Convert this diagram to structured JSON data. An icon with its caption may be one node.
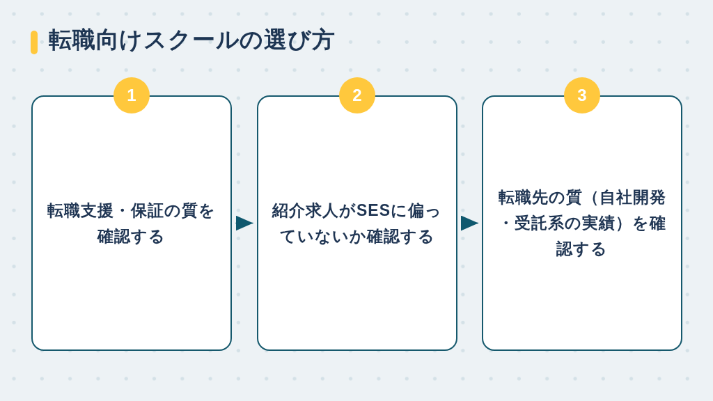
{
  "diagram": {
    "title": "転職向けスクールの選び方",
    "nodes": [
      {
        "text": [
          "1"
        ]
      },
      {
        "text": [
          "転職支援・保証の質を確認する"
        ]
      },
      {
        "text": [
          "2"
        ]
      },
      {
        "text": [
          "紹介求人がSESに偏っていないか確認する"
        ]
      },
      {
        "text": [
          "3"
        ]
      },
      {
        "text": [
          "転職先の質（自社開発・受託系の実績）を確認する"
        ]
      }
    ],
    "edges": [
      {
        "from": 1,
        "to": 3,
        "arrow": "to"
      },
      {
        "from": 3,
        "to": 5,
        "arrow": "to"
      }
    ]
  }
}
